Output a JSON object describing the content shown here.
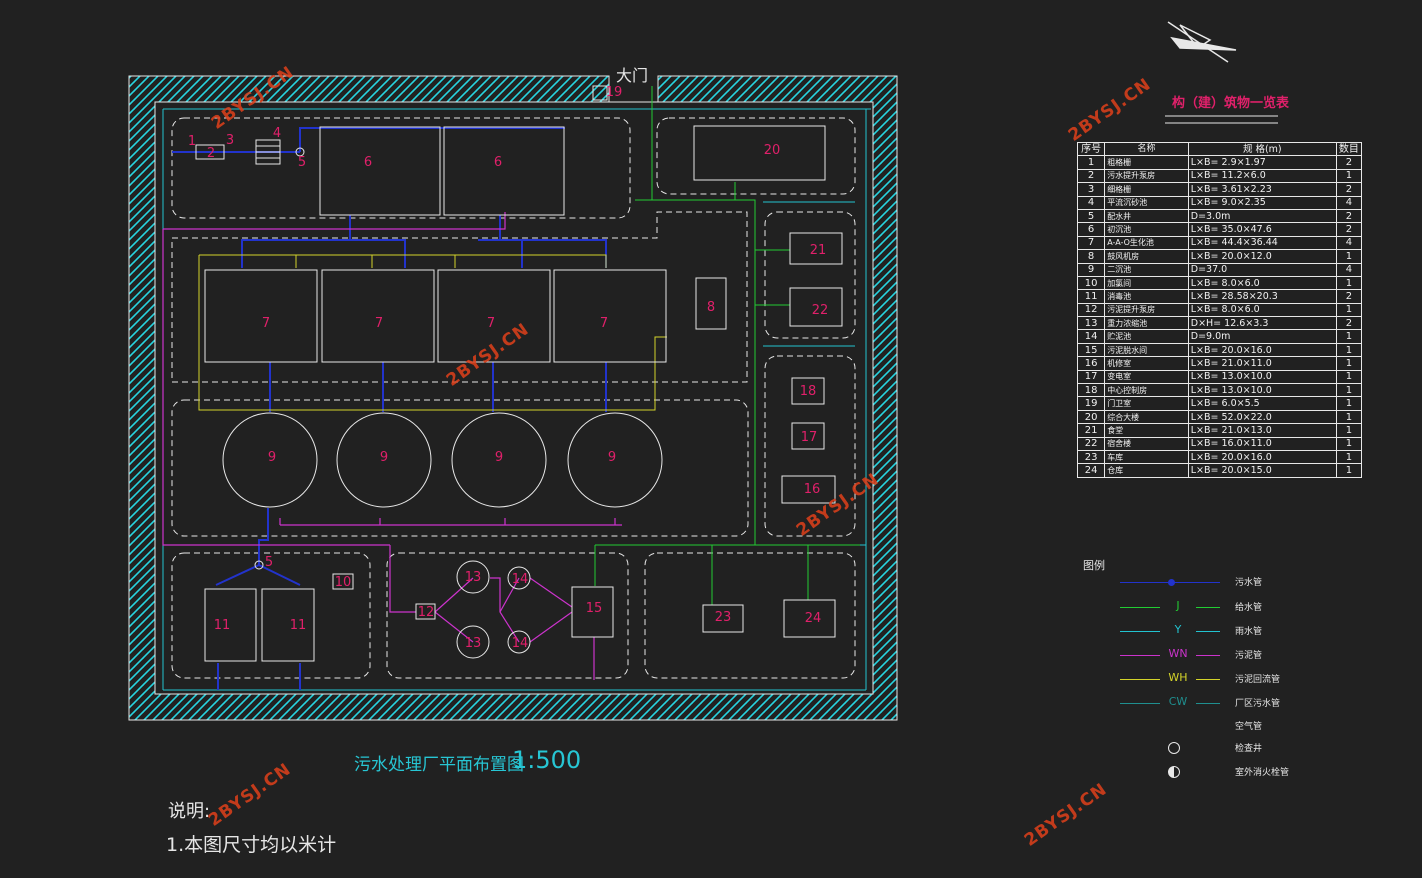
{
  "drawing": {
    "title": "污水处理厂平面布置图",
    "scale": "1:500",
    "gate_label": "大门",
    "notes_heading": "说明:",
    "notes": [
      "1.本图尺寸均以米计"
    ],
    "watermark": "2BYSJ.CN"
  },
  "structures": [
    {
      "id": "1"
    },
    {
      "id": "2"
    },
    {
      "id": "3"
    },
    {
      "id": "4"
    },
    {
      "id": "5"
    },
    {
      "id": "6"
    },
    {
      "id": "7"
    },
    {
      "id": "8"
    },
    {
      "id": "9"
    },
    {
      "id": "10"
    },
    {
      "id": "11"
    },
    {
      "id": "12"
    },
    {
      "id": "13"
    },
    {
      "id": "14"
    },
    {
      "id": "15"
    },
    {
      "id": "16"
    },
    {
      "id": "17"
    },
    {
      "id": "18"
    },
    {
      "id": "19"
    },
    {
      "id": "20"
    },
    {
      "id": "21"
    },
    {
      "id": "22"
    },
    {
      "id": "23"
    },
    {
      "id": "24"
    }
  ],
  "table": {
    "title": "构（建）筑物一览表",
    "headers": [
      "序号",
      "名称",
      "规          格(m)",
      "数目"
    ],
    "rows": [
      [
        "1",
        "粗格栅",
        "L×B= 2.9×1.97",
        "2"
      ],
      [
        "2",
        "污水提升泵房",
        "L×B= 11.2×6.0",
        "1"
      ],
      [
        "3",
        "细格栅",
        "L×B= 3.61×2.23",
        "2"
      ],
      [
        "4",
        "平流沉砂池",
        "L×B= 9.0×2.35",
        "4"
      ],
      [
        "5",
        "配水井",
        "D=3.0m",
        "2"
      ],
      [
        "6",
        "初沉池",
        "L×B= 35.0×47.6",
        "2"
      ],
      [
        "7",
        "A-A-O生化池",
        "L×B= 44.4×36.44",
        "4"
      ],
      [
        "8",
        "鼓风机房",
        "L×B= 20.0×12.0",
        "1"
      ],
      [
        "9",
        "二沉池",
        "D=37.0",
        "4"
      ],
      [
        "10",
        "加氯间",
        "L×B= 8.0×6.0",
        "1"
      ],
      [
        "11",
        "消毒池",
        "L×B= 28.58×20.3",
        "2"
      ],
      [
        "12",
        "污泥提升泵房",
        "L×B= 8.0×6.0",
        "1"
      ],
      [
        "13",
        "重力浓缩池",
        "D×H= 12.6×3.3",
        "2"
      ],
      [
        "14",
        "贮泥池",
        "D=9.0m",
        "1"
      ],
      [
        "15",
        "污泥脱水间",
        "L×B= 20.0×16.0",
        "1"
      ],
      [
        "16",
        "机修室",
        "L×B= 21.0×11.0",
        "1"
      ],
      [
        "17",
        "变电室",
        "L×B= 13.0×10.0",
        "1"
      ],
      [
        "18",
        "中心控制房",
        "L×B= 13.0×10.0",
        "1"
      ],
      [
        "19",
        "门卫室",
        "L×B= 6.0×5.5",
        "1"
      ],
      [
        "20",
        "综合大楼",
        "L×B= 52.0×22.0",
        "1"
      ],
      [
        "21",
        "食堂",
        "L×B= 21.0×13.0",
        "1"
      ],
      [
        "22",
        "宿舍楼",
        "L×B= 16.0×11.0",
        "1"
      ],
      [
        "23",
        "车库",
        "L×B= 20.0×16.0",
        "1"
      ],
      [
        "24",
        "仓库",
        "L×B= 20.0×15.0",
        "1"
      ]
    ]
  },
  "legend": {
    "heading": "图例",
    "items": [
      {
        "code": "",
        "text": "污水管",
        "color": "#2233cc",
        "kind": "line-dot"
      },
      {
        "code": "J",
        "text": "给水管",
        "color": "#22cc33",
        "kind": "line"
      },
      {
        "code": "Y",
        "text": "雨水管",
        "color": "#22c3d0",
        "kind": "line"
      },
      {
        "code": "WN",
        "text": "污泥管",
        "color": "#cc33cc",
        "kind": "line"
      },
      {
        "code": "WH",
        "text": "污泥回流管",
        "color": "#d4d42a",
        "kind": "line"
      },
      {
        "code": "CW",
        "text": "厂区污水管",
        "color": "#1f8f8f",
        "kind": "line"
      },
      {
        "code": "",
        "text": "空气管",
        "color": "#e8e8e8",
        "kind": "none"
      },
      {
        "code": "",
        "text": "检查井",
        "color": "#e8e8e8",
        "kind": "circle"
      },
      {
        "code": "",
        "text": "室外消火栓管",
        "color": "#e8e8e8",
        "kind": "half-circle"
      }
    ]
  },
  "colors": {
    "background": "#212121",
    "outline": "#e8e8e8",
    "label": "#e0206a",
    "sewage": "#2233cc",
    "water": "#22cc33",
    "rain": "#22c3d0",
    "sludge": "#cc33cc",
    "return_sludge": "#d4d42a",
    "hatch": "#27d4e0"
  }
}
